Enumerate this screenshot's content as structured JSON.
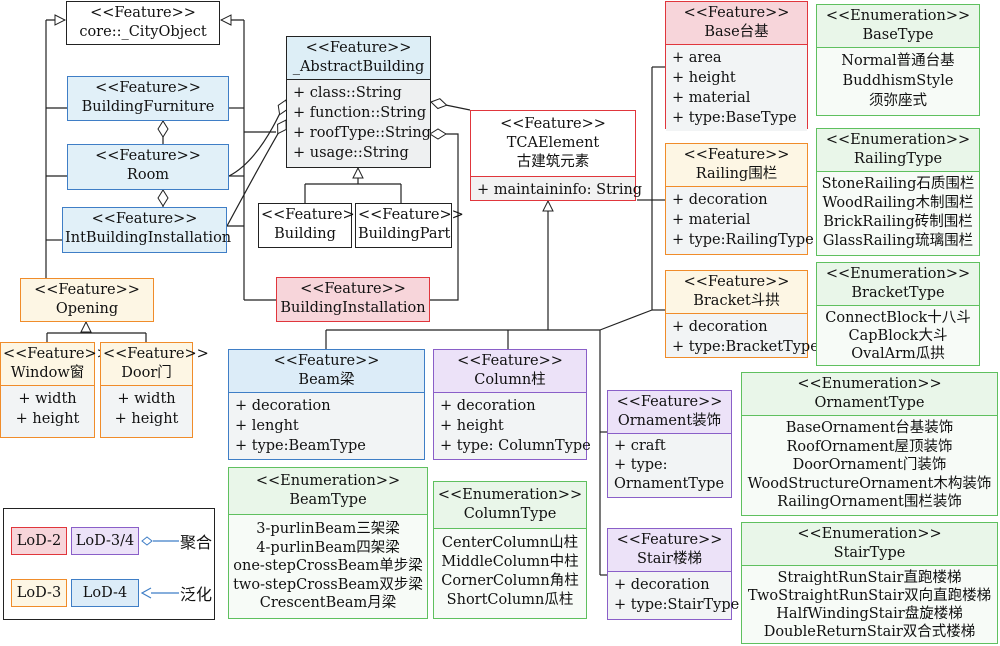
{
  "boxes": {
    "city_object": {
      "stereo": "<<Feature>>",
      "name": "core::_CityObject"
    },
    "building_furniture": {
      "stereo": "<<Feature>>",
      "name": "BuildingFurniture"
    },
    "room": {
      "stereo": "<<Feature>>",
      "name": "Room"
    },
    "int_installation": {
      "stereo": "<<Feature>>",
      "name": "IntBuildingInstallation"
    },
    "opening": {
      "stereo": "<<Feature>>",
      "name": "Opening"
    },
    "window": {
      "stereo": "<<Feature>>",
      "name": "Window窗",
      "attrs": [
        "+ width",
        "+ height"
      ]
    },
    "door": {
      "stereo": "<<Feature>>",
      "name": "Door门",
      "attrs": [
        "+ width",
        "+ height"
      ]
    },
    "abstract_building": {
      "stereo": "<<Feature>>",
      "name": "_AbstractBuilding",
      "attrs": [
        "+ class::String",
        "+ function::String",
        "+ roofType::String",
        "+ usage::String"
      ]
    },
    "building": {
      "stereo": "<<Feature>>",
      "name": "Building"
    },
    "building_part": {
      "stereo": "<<Feature>>",
      "name": "BuildingPart"
    },
    "building_installation": {
      "stereo": "<<Feature>>",
      "name": "BuildingInstallation"
    },
    "tca_element": {
      "stereo": "<<Feature>>",
      "name": "TCAElement",
      "name2": "古建筑元素",
      "attrs": [
        "+ maintaininfo: String"
      ]
    },
    "base": {
      "stereo": "<<Feature>>",
      "name": "Base台基",
      "attrs": [
        "+ area",
        "+ height",
        "+ material",
        "+ type:BaseType"
      ]
    },
    "railing": {
      "stereo": "<<Feature>>",
      "name": "Railing围栏",
      "attrs": [
        "+ decoration",
        "+ material",
        "+ type:RailingType"
      ]
    },
    "bracket": {
      "stereo": "<<Feature>>",
      "name": "Bracket斗拱",
      "attrs": [
        "+ decoration",
        "+ type:BracketType"
      ]
    },
    "beam": {
      "stereo": "<<Feature>>",
      "name": "Beam梁",
      "attrs": [
        "+ decoration",
        "+ lenght",
        "+ type:BeamType"
      ]
    },
    "column": {
      "stereo": "<<Feature>>",
      "name": "Column柱",
      "attrs": [
        "+ decoration",
        "+ height",
        "+ type: ColumnType"
      ]
    },
    "ornament": {
      "stereo": "<<Feature>>",
      "name": "Ornament装饰",
      "attrs": [
        "+ craft",
        "+ type:",
        "OrnamentType"
      ]
    },
    "stair": {
      "stereo": "<<Feature>>",
      "name": "Stair楼梯",
      "attrs": [
        "+ decoration",
        "+ type:StairType"
      ]
    },
    "base_type": {
      "stereo": "<<Enumeration>>",
      "name": "BaseType",
      "values": [
        "Normal普通台基",
        "BuddhismStyle",
        "须弥座式"
      ]
    },
    "railing_type": {
      "stereo": "<<Enumeration>>",
      "name": "RailingType",
      "values": [
        "StoneRailing石质围栏",
        "WoodRailing木制围栏",
        "BrickRailing砖制围栏",
        "GlassRailing琉璃围栏"
      ]
    },
    "bracket_type": {
      "stereo": "<<Enumeration>>",
      "name": "BracketType",
      "values": [
        "ConnectBlock十八斗",
        "CapBlock大斗",
        "OvalArm瓜拱"
      ]
    },
    "ornament_type": {
      "stereo": "<<Enumeration>>",
      "name": "OrnamentType",
      "values": [
        "BaseOrnament台基装饰",
        "RoofOrnament屋顶装饰",
        "DoorOrnament门装饰",
        "WoodStructureOrnament木构装饰",
        "RailingOrnament围栏装饰"
      ]
    },
    "beam_type": {
      "stereo": "<<Enumeration>>",
      "name": "BeamType",
      "values": [
        "3-purlinBeam三架梁",
        "4-purlinBeam四架梁",
        "one-stepCrossBeam单步梁",
        "two-stepCrossBeam双步梁",
        "CrescentBeam月梁"
      ]
    },
    "column_type": {
      "stereo": "<<Enumeration>>",
      "name": "ColumnType",
      "values": [
        "CenterColumn山柱",
        "MiddleColumn中柱",
        "CornerColumn角柱",
        "ShortColumn瓜柱"
      ]
    },
    "stair_type": {
      "stereo": "<<Enumeration>>",
      "name": "StairType",
      "values": [
        "StraightRunStair直跑楼梯",
        "TwoStraightRunStair双向直跑楼梯",
        "HalfWindingStair盘旋楼梯",
        "DoubleReturnStair双合式楼梯"
      ]
    }
  },
  "legend": {
    "lod2": "LoD-2",
    "lod34": "LoD-3/4",
    "lod3": "LoD-3",
    "lod4": "LoD-4",
    "aggregation": "聚合",
    "generalization": "泛化",
    "colors": {
      "lod2": "#e0363c",
      "lod34": "#8a5fc8",
      "lod3": "#f08c2a",
      "lod4": "#3f7ec6"
    }
  }
}
